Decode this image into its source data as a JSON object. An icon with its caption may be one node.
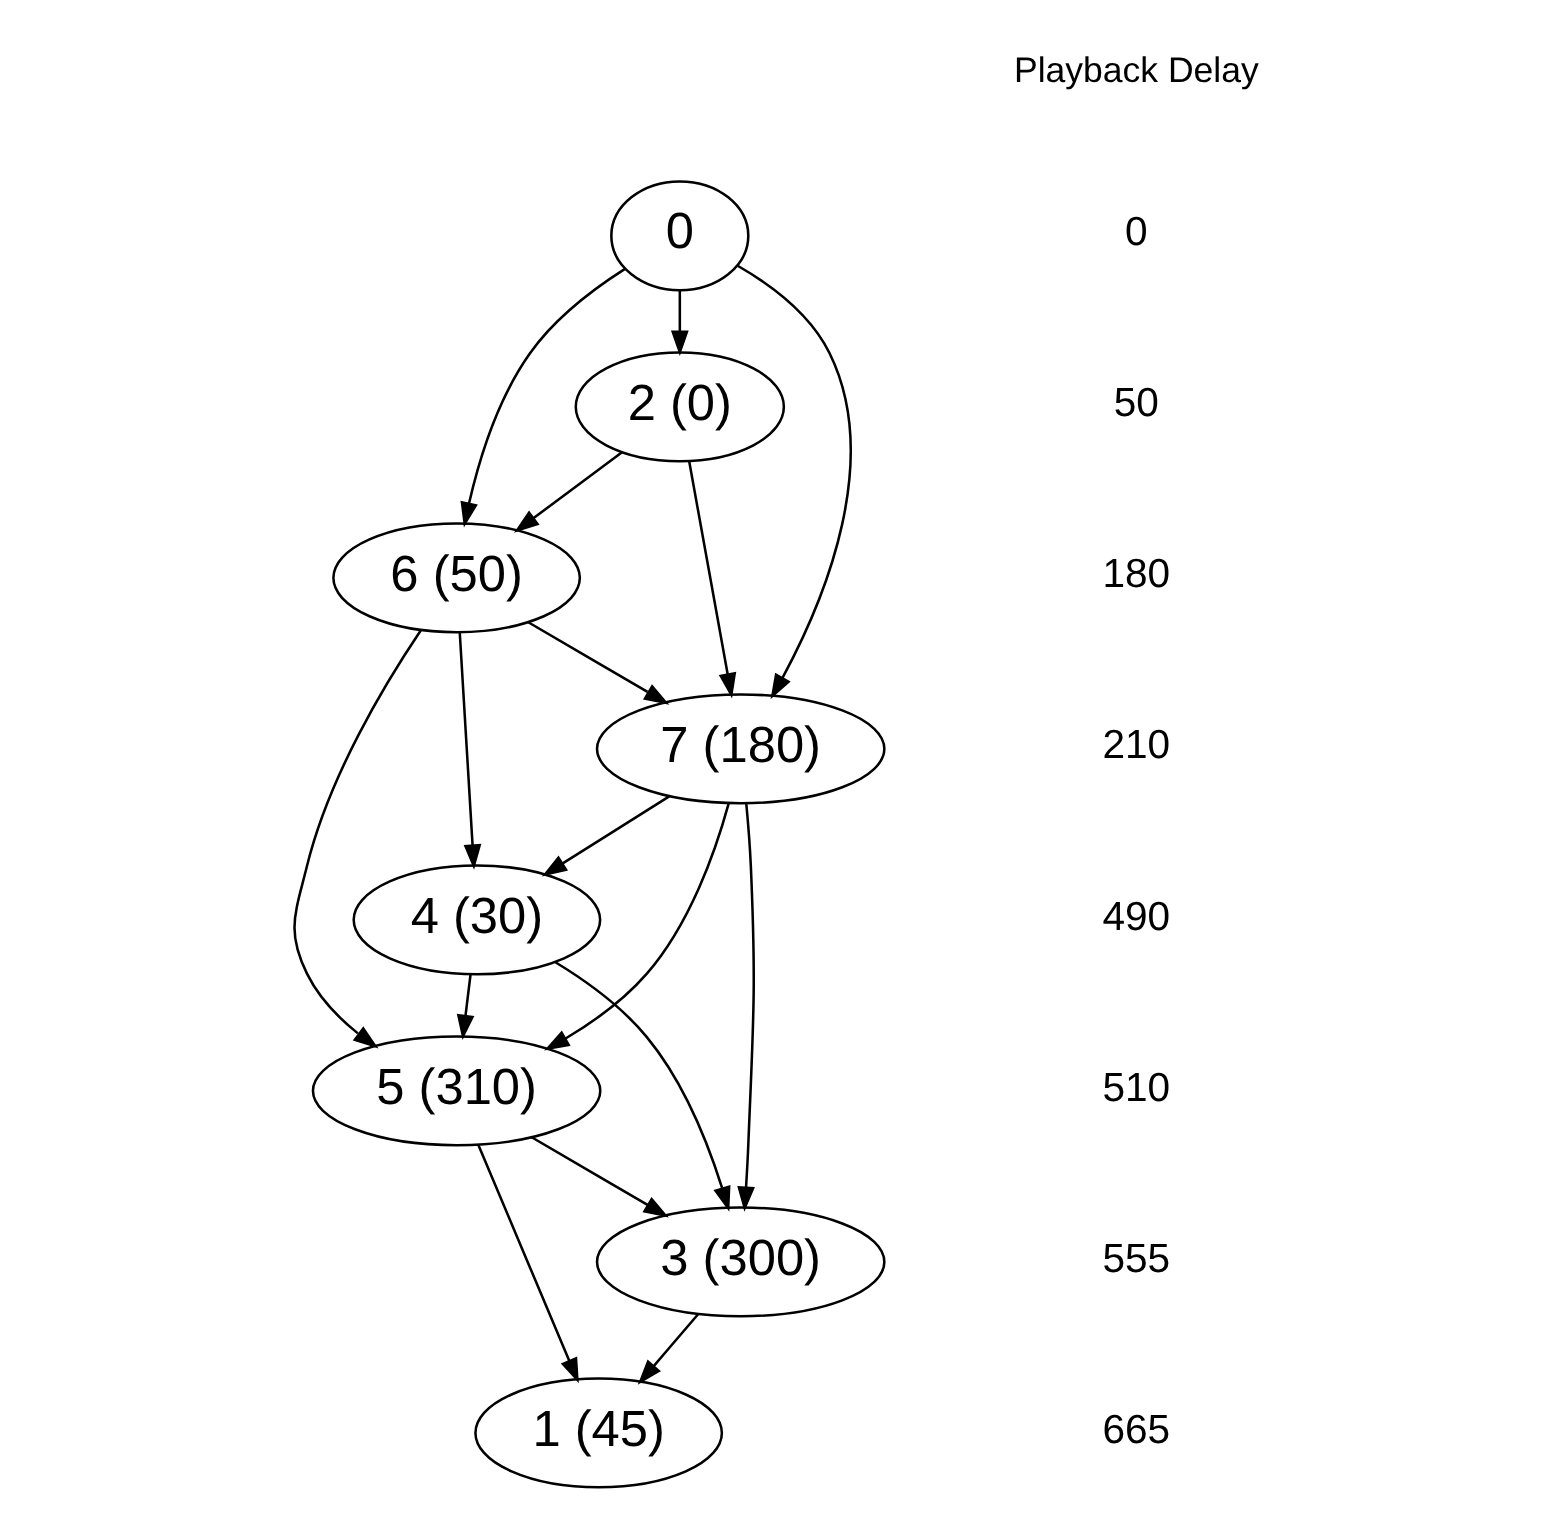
{
  "diagram": {
    "nodes": [
      {
        "text": [
          "0"
        ]
      },
      {
        "text": [
          "2 (0)"
        ]
      },
      {
        "text": [
          "6 (50)"
        ]
      },
      {
        "text": [
          "7 (180)"
        ]
      },
      {
        "text": [
          "4 (30)"
        ]
      },
      {
        "text": [
          "5 (310)"
        ]
      },
      {
        "text": [
          "3 (300)"
        ]
      },
      {
        "text": [
          "1 (45)"
        ]
      }
    ],
    "edges": [
      {
        "from": 0,
        "to": 1,
        "arrow": "to"
      },
      {
        "from": 0,
        "to": 3,
        "arrow": "to"
      },
      {
        "from": 0,
        "to": 2,
        "arrow": "to"
      },
      {
        "from": 1,
        "to": 3,
        "arrow": "to"
      },
      {
        "from": 1,
        "to": 2,
        "arrow": "to"
      },
      {
        "from": 2,
        "to": 3,
        "arrow": "to"
      },
      {
        "from": 2,
        "to": 5,
        "arrow": "to"
      },
      {
        "from": 2,
        "to": 4,
        "arrow": "to"
      },
      {
        "from": 3,
        "to": 5,
        "arrow": "to"
      },
      {
        "from": 3,
        "to": 4,
        "arrow": "to"
      },
      {
        "from": 3,
        "to": 6,
        "arrow": "to"
      },
      {
        "from": 4,
        "to": 5,
        "arrow": "to"
      },
      {
        "from": 4,
        "to": 6,
        "arrow": "to"
      },
      {
        "from": 5,
        "to": 6,
        "arrow": "to"
      },
      {
        "from": 5,
        "to": 7,
        "arrow": "to"
      },
      {
        "from": 6,
        "to": 7,
        "arrow": "to"
      }
    ],
    "labels": [
      "Playback Delay",
      "0",
      "50",
      "180",
      "210",
      "490",
      "510",
      "555",
      "665"
    ]
  }
}
